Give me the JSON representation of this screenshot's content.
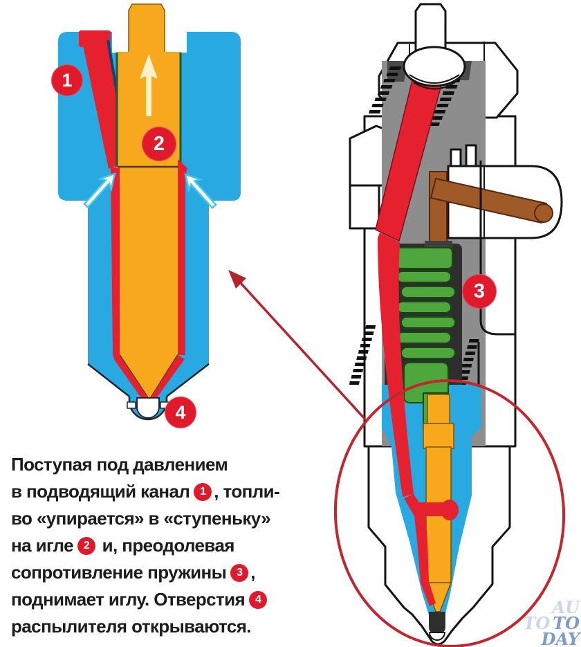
{
  "description": {
    "lines": [
      {
        "parts": [
          {
            "t": "Поступая под давлением"
          }
        ]
      },
      {
        "parts": [
          {
            "t": "в подводящий канал"
          },
          {
            "m": "1"
          },
          {
            "t": ", топли-"
          }
        ]
      },
      {
        "parts": [
          {
            "t": "во «упирается» в «ступеньку»"
          }
        ]
      },
      {
        "parts": [
          {
            "t": "на игле"
          },
          {
            "m": "2"
          },
          {
            "t": " и, преодолевая"
          }
        ]
      },
      {
        "parts": [
          {
            "t": "сопротивление пружины"
          },
          {
            "m": "3"
          },
          {
            "t": ","
          }
        ]
      },
      {
        "parts": [
          {
            "t": "поднимает иглу. Отверстия"
          },
          {
            "m": "4"
          }
        ]
      },
      {
        "parts": [
          {
            "t": "распылителя открываются."
          }
        ]
      }
    ]
  },
  "markers": {
    "m1": "1",
    "m2": "2",
    "m3": "3",
    "m4": "4"
  },
  "watermark": {
    "au": "AU",
    "to1": "TO",
    "to2": "TO",
    "day": "DAY"
  },
  "colors": {
    "body_blue": "#29A9E2",
    "needle_orange": "#F7A81D",
    "fuel_red": "#E6212F",
    "spring_green": "#4EA73C",
    "pipe_brown": "#A05A28",
    "metal_gray": "#8D8D8D",
    "chamber_dark": "#2E2E2E",
    "outline": "#141414",
    "marker_red": "#E0192B",
    "navy_edge": "#1B3E6F",
    "cyan_arrow": "#45C6EF",
    "pale_arrow": "#FBF2C9",
    "highlight_red": "#C2262E",
    "callout_red": "#B5232B",
    "text_color": "#1C1C1C",
    "watermark_light": "#CBD7EA",
    "watermark_blue": "#7E9CC9"
  }
}
